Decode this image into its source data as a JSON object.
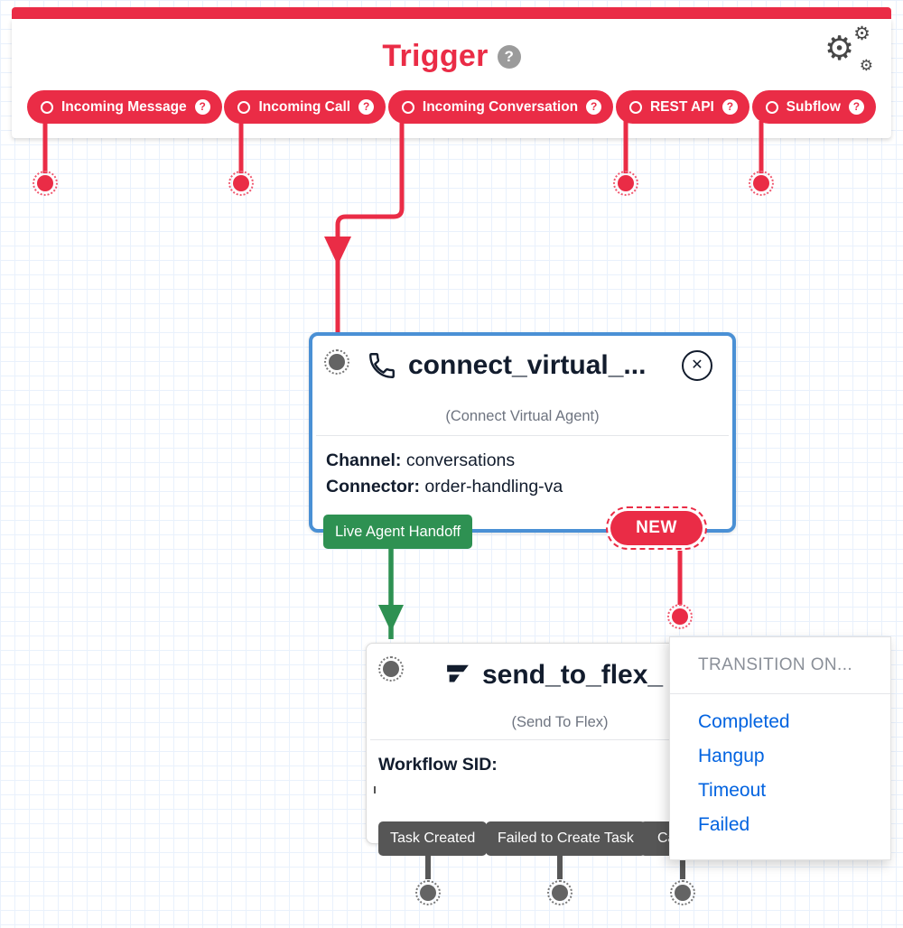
{
  "colors": {
    "accent_red": "#ea2c46",
    "selected_border_blue": "#4a90d5",
    "transition_green": "#2e9152",
    "link_blue": "#0263e0",
    "dark_text": "#121C2D",
    "gray_button": "#565656"
  },
  "icons": {
    "settings_gear": "⚙",
    "help": "?",
    "close": "✕",
    "vertical_ellipsis": "⋮",
    "phone": "phone-handset-icon",
    "flex": "flex-flag-icon"
  },
  "trigger": {
    "title": "Trigger",
    "pills": [
      {
        "label": "Incoming Message"
      },
      {
        "label": "Incoming Call"
      },
      {
        "label": "Incoming Conversation"
      },
      {
        "label": "REST API"
      },
      {
        "label": "Subflow"
      }
    ]
  },
  "connect_widget": {
    "title": "connect_virtual_...",
    "subtitle": "(Connect Virtual Agent)",
    "fields": [
      {
        "label": "Channel:",
        "value": "conversations"
      },
      {
        "label": "Connector:",
        "value": "order-handling-va"
      }
    ],
    "transition_buttons": [
      {
        "label": "Live Agent Handoff"
      },
      {
        "label": "NEW"
      }
    ]
  },
  "send_widget": {
    "title": "send_to_flex_",
    "subtitle": "(Send To Flex)",
    "fields": [
      {
        "label": "Workflow SID:"
      }
    ],
    "transition_buttons": [
      {
        "label": "Task Created"
      },
      {
        "label": "Failed to Create Task"
      },
      {
        "label": "Cal"
      }
    ]
  },
  "transition_menu": {
    "header": "TRANSITION ON...",
    "options": [
      {
        "label": "Completed"
      },
      {
        "label": "Hangup"
      },
      {
        "label": "Timeout"
      },
      {
        "label": "Failed"
      }
    ]
  }
}
